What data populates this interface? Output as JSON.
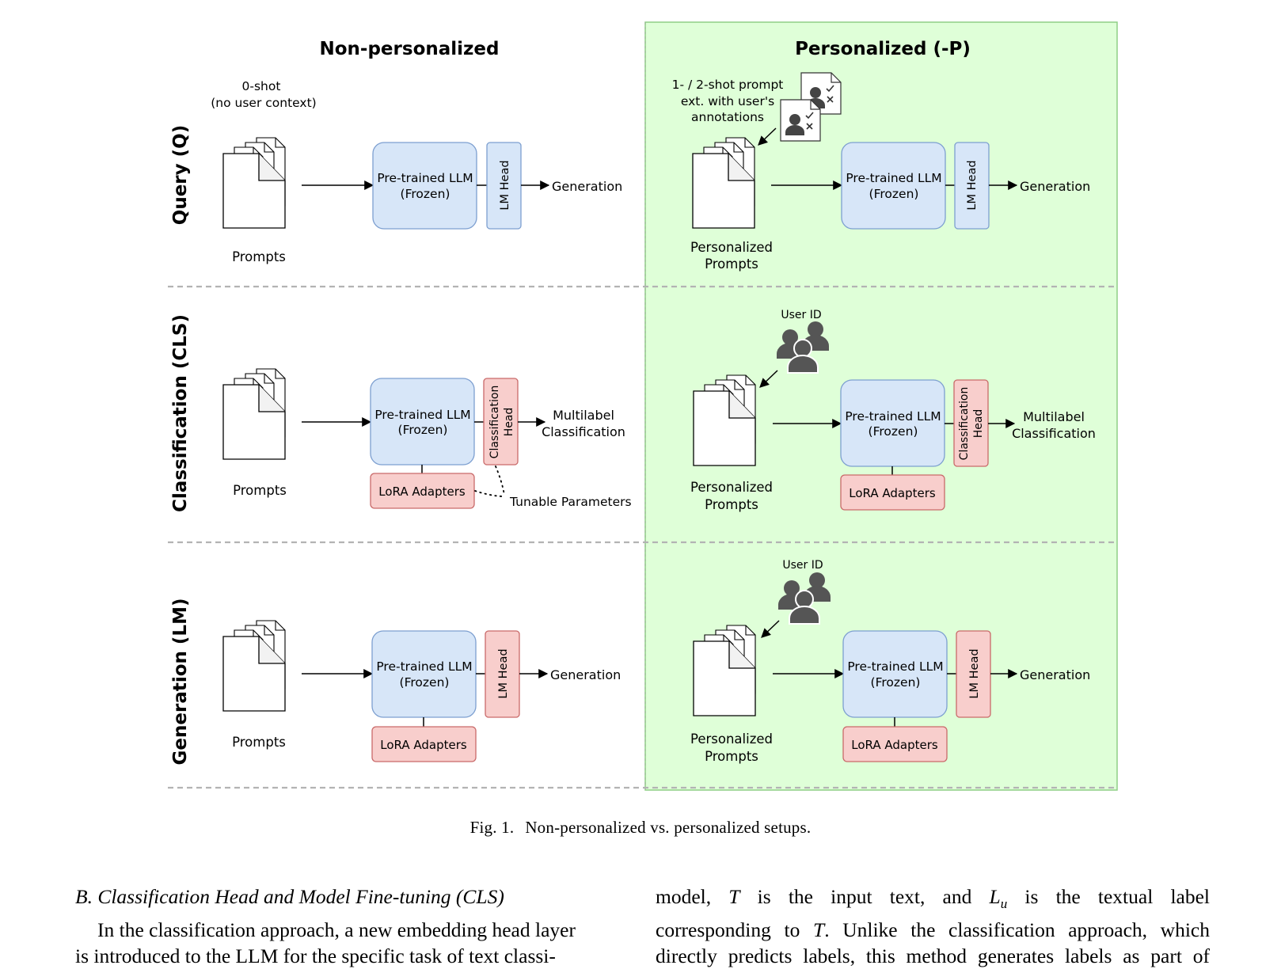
{
  "figure": {
    "columns": {
      "non_personalized": "Non-personalized",
      "personalized": "Personalized (-P)"
    },
    "rows": {
      "query": "Query (Q)",
      "classification": "Classification (CLS)",
      "generation": "Generation (LM)"
    },
    "annotations": {
      "zero_shot_line1": "0-shot",
      "zero_shot_line2": "(no user context)",
      "prompt_ext_line1": "1- / 2-shot prompt",
      "prompt_ext_line2": "ext. with user's",
      "prompt_ext_line3": "annotations",
      "user_id": "User ID",
      "tunable_parameters": "Tunable Parameters"
    },
    "labels": {
      "prompts": "Prompts",
      "personalized_line1": "Personalized",
      "personalized_line2": "Prompts",
      "llm_line1": "Pre-trained LLM",
      "llm_line2": "(Frozen)",
      "lm_head": "LM Head",
      "cls_head_line1": "Classification",
      "cls_head_line2": "Head",
      "lora": "LoRA Adapters",
      "generation": "Generation",
      "multilabel_line1": "Multilabel",
      "multilabel_line2": "Classification"
    },
    "colors": {
      "personalized_bg": "#dfffd8",
      "personalized_border": "#8fcf86",
      "llm_fill": "#d7e6f8",
      "llm_stroke": "#7d9fd0",
      "head_red_fill": "#f8cecc",
      "head_red_stroke": "#c96a6a",
      "icon_gray": "#555555",
      "divider": "#b3b3b3"
    }
  },
  "caption": {
    "label": "Fig. 1.",
    "text": "Non-personalized vs. personalized setups."
  },
  "left_column": {
    "heading": "B.  Classification Head and Model Fine-tuning (CLS)",
    "para_line1": "In the classification approach, a new embedding head layer",
    "para_line2": "is introduced to the LLM for the specific task of text classi-"
  },
  "right_column": {
    "line1_a": "model, ",
    "line1_T": "T",
    "line1_b": " is the input text, and ",
    "line1_L": "L",
    "line1_sub": "u",
    "line1_c": " is the textual label",
    "line2_a": "corresponding to ",
    "line2_T": "T",
    "line2_b": ". Unlike the classification approach, which",
    "line3": "directly predicts labels, this method generates labels as part of"
  }
}
